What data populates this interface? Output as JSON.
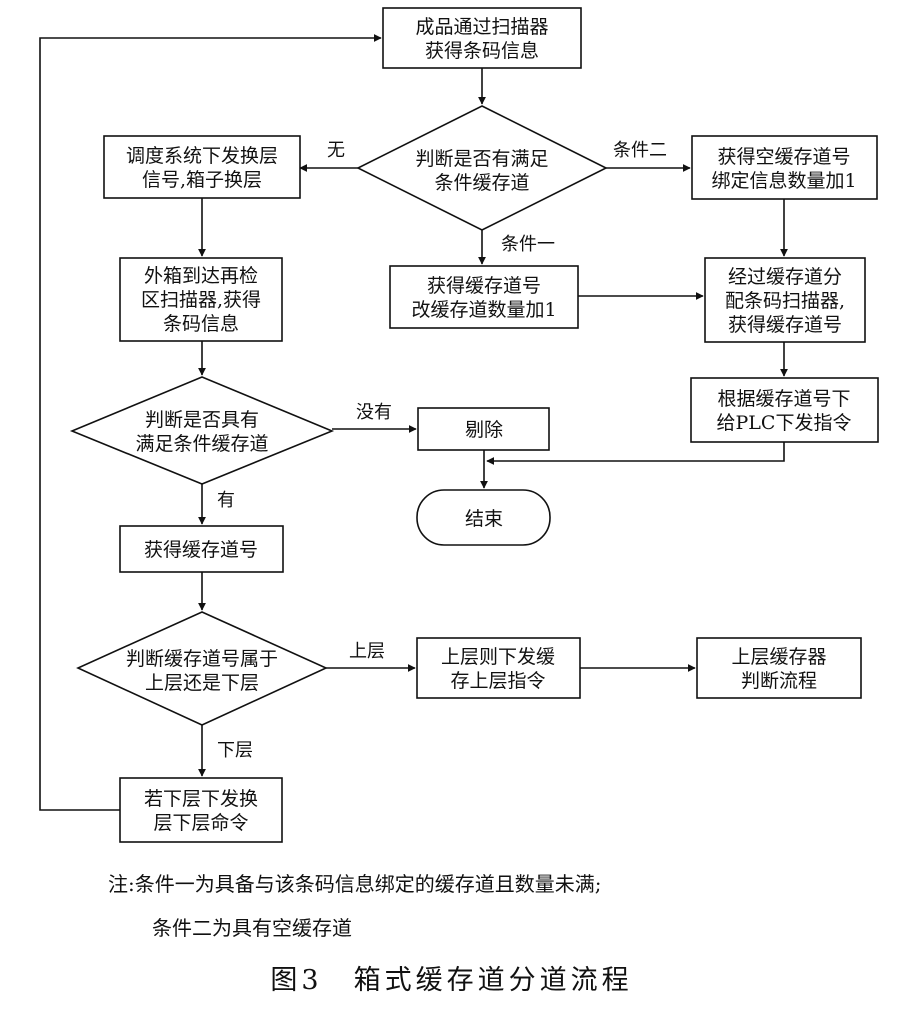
{
  "nodes": {
    "scan": [
      "成品通过扫描器",
      "获得条码信息"
    ],
    "judge1": [
      "判断是否有满足",
      "条件缓存道"
    ],
    "dispatch": [
      "调度系统下发换层",
      "信号,箱子换层"
    ],
    "empty_lane": [
      "获得空缓存道号",
      "绑定信息数量加1"
    ],
    "get_lane1": [
      "获得缓存道号",
      "改缓存道数量加1"
    ],
    "outer_box": [
      "外箱到达再检",
      "区扫描器,获得",
      "条码信息"
    ],
    "assign_scan": [
      "经过缓存道分",
      "配条码扫描器,",
      "获得缓存道号"
    ],
    "plc": [
      "根据缓存道号下",
      "给PLC下发指令"
    ],
    "judge2": [
      "判断是否具有",
      "满足条件缓存道"
    ],
    "reject": [
      "剔除"
    ],
    "end": [
      "结束"
    ],
    "get_lane2": [
      "获得缓存道号"
    ],
    "judge3": [
      "判断缓存道号属于",
      "上层还是下层"
    ],
    "upper_cmd": [
      "上层则下发缓",
      "存上层指令"
    ],
    "upper_judge": [
      "上层缓存器",
      "判断流程"
    ],
    "lower_cmd": [
      "若下层下发换",
      "层下层命令"
    ]
  },
  "edge_labels": {
    "none": "无",
    "cond2": "条件二",
    "cond1": "条件一",
    "not_have": "没有",
    "have": "有",
    "upper": "上层",
    "lower": "下层"
  },
  "note": {
    "line1": "注:条件一为具备与该条码信息绑定的缓存道且数量未满;",
    "line2": "条件二为具有空缓存道"
  },
  "caption": "图3　箱式缓存道分道流程"
}
